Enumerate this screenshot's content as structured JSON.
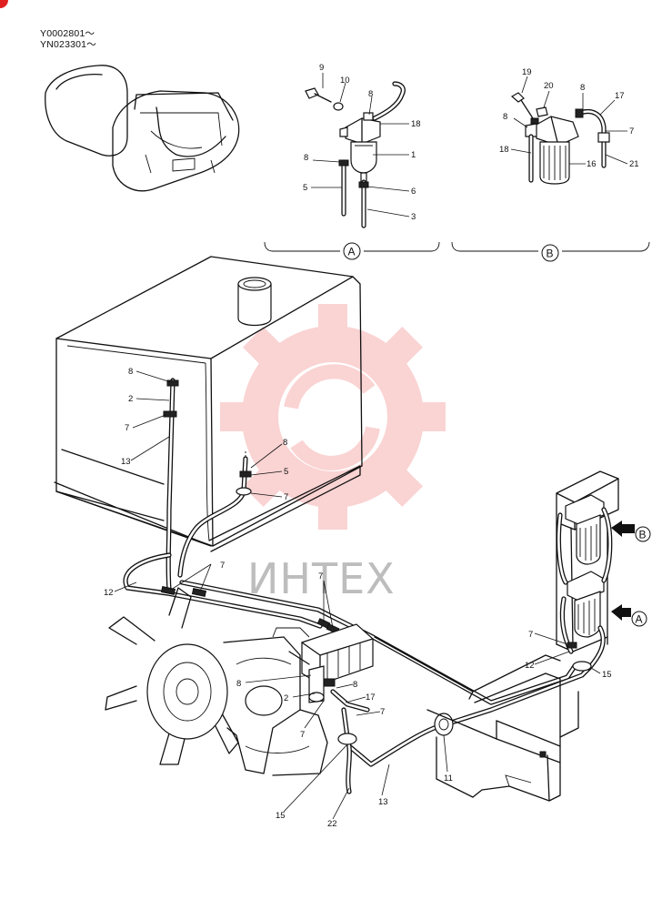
{
  "serials": [
    "Y0002801～",
    "YN023301～"
  ],
  "detail_views": [
    "A",
    "B"
  ],
  "arrow_labels": [
    "B",
    "A"
  ],
  "watermark": {
    "text": "ИНТЕХ",
    "logo": "gear-logo",
    "color": "#f28b8b"
  },
  "part_numbers": {
    "a": [
      "9",
      "10",
      "8",
      "18",
      "1",
      "8",
      "5",
      "6",
      "3"
    ],
    "b": [
      "19",
      "20",
      "8",
      "17",
      "8",
      "7",
      "18",
      "16",
      "21"
    ],
    "m": [
      "8",
      "2",
      "7",
      "13",
      "8",
      "5",
      "7",
      "7",
      "12",
      "7",
      "8",
      "2",
      "8",
      "7",
      "17",
      "7",
      "15",
      "22",
      "13",
      "11",
      "7",
      "12",
      "15"
    ]
  },
  "colors": {
    "ink": "#111111",
    "accent": "#e02020"
  }
}
